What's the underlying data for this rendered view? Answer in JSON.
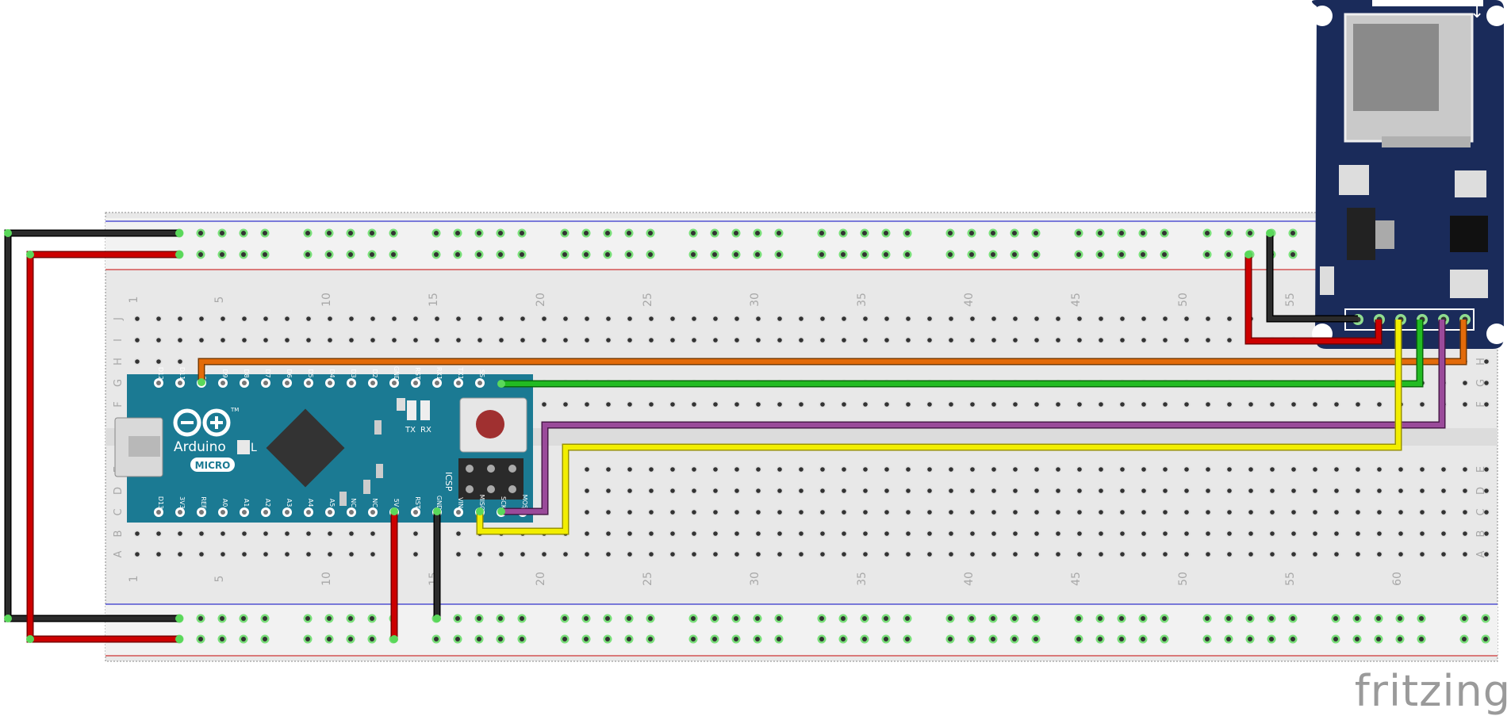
{
  "breadboard": {
    "column_numbers": [
      "1",
      "5",
      "10",
      "15",
      "20",
      "25",
      "30",
      "35",
      "40",
      "45",
      "50",
      "55",
      "60"
    ],
    "row_letters_top": [
      "J",
      "I",
      "H",
      "G",
      "F"
    ],
    "row_letters_bottom": [
      "E",
      "D",
      "C",
      "B",
      "A"
    ]
  },
  "arduino": {
    "logo_text": "Arduino",
    "logo_suffix": "L",
    "model_badge": "MICRO",
    "tm": "TM",
    "top_pins": [
      "D12",
      "D11",
      "D10",
      "D9",
      "D8",
      "D7",
      "D6",
      "D5",
      "D4",
      "D3",
      "D2",
      "GND",
      "RST",
      "RX1",
      "TX1",
      "SS"
    ],
    "bottom_pins": [
      "D13",
      "3V3",
      "REF",
      "A0",
      "A1",
      "A2",
      "A3",
      "A4",
      "A5",
      "NC",
      "NC",
      "5V",
      "RST",
      "GND",
      "VIN",
      "MISO",
      "SCK",
      "MOSI"
    ],
    "led_labels": [
      "TX",
      "RX"
    ],
    "icsp_label": "ICSP"
  },
  "sd_module": {
    "pin_count": 6
  },
  "wires": [
    {
      "color": "#1a1a1a",
      "role": "gnd-left"
    },
    {
      "color": "#cc0000",
      "role": "vcc-left"
    },
    {
      "color": "#e26b0a",
      "role": "d10-cs"
    },
    {
      "color": "#22bb22",
      "role": "mosi"
    },
    {
      "color": "#9a4a9a",
      "role": "sck"
    },
    {
      "color": "#f2ee00",
      "role": "miso"
    }
  ],
  "branding": {
    "watermark": "fritzing"
  }
}
